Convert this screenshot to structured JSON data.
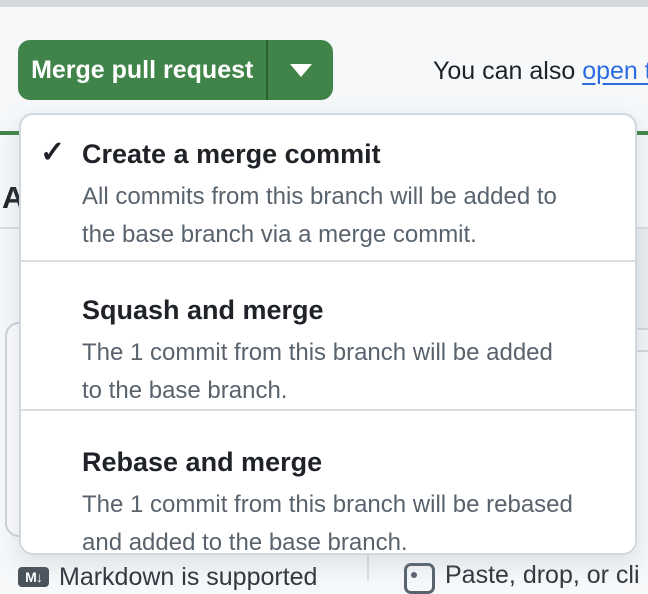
{
  "colors": {
    "accent_green": "#418449",
    "link_blue": "#2d6ce0",
    "panel_border": "#d0d7de",
    "dark_text": "#1f2328",
    "muted_text": "#59636e"
  },
  "merge_bar": {
    "merge_button_label": "Merge pull request",
    "aside_prefix": "You can also ",
    "aside_link": "open t"
  },
  "background": {
    "comment_heading": "Add a comment"
  },
  "merge_menu": {
    "items": [
      {
        "selected_mark": "✓",
        "title": "Create a merge commit",
        "description": "All commits from this branch will be added to\nthe base branch via a merge commit."
      },
      {
        "title": "Squash and merge",
        "description": "The 1 commit from this branch will be added\nto the base branch."
      },
      {
        "title": "Rebase and merge",
        "description": "The 1 commit from this branch will be rebased\nand added to the base branch."
      }
    ]
  },
  "footer": {
    "markdown_icon_label": "M↓",
    "markdown_note": "Markdown is supported",
    "paste_note": "Paste, drop, or cli"
  }
}
